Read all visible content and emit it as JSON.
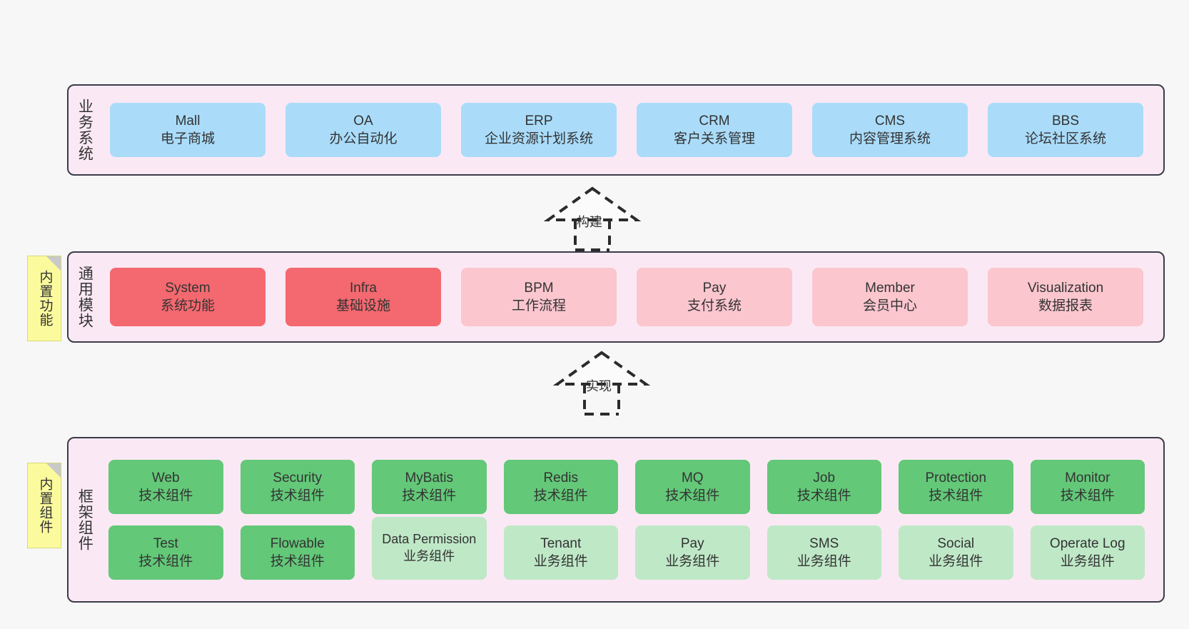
{
  "diagram": {
    "title": "",
    "background": "#f7f7f7",
    "layer_bg": "#fae9f4",
    "layer_border": "#3b3b4a",
    "note_bg": "#fbfb9e",
    "colors": {
      "business": "#aadcfa",
      "core_module": "#f4686f",
      "module": "#fbc6ce",
      "tech_component": "#63c878",
      "biz_component": "#bfe8c7"
    }
  },
  "layers": [
    {
      "id": "business-systems",
      "label": "业务系统",
      "cards": [
        {
          "name": "Mall",
          "desc": "电子商城"
        },
        {
          "name": "OA",
          "desc": "办公自动化"
        },
        {
          "name": "ERP",
          "desc": "企业资源计划系统"
        },
        {
          "name": "CRM",
          "desc": "客户关系管理"
        },
        {
          "name": "CMS",
          "desc": "内容管理系统"
        },
        {
          "name": "BBS",
          "desc": "论坛社区系统"
        }
      ]
    },
    {
      "id": "common-modules",
      "label": "通用模块",
      "note": "内置功能",
      "cards": [
        {
          "name": "System",
          "desc": "系统功能",
          "kind": "core"
        },
        {
          "name": "Infra",
          "desc": "基础设施",
          "kind": "core"
        },
        {
          "name": "BPM",
          "desc": "工作流程",
          "kind": "normal"
        },
        {
          "name": "Pay",
          "desc": "支付系统",
          "kind": "normal"
        },
        {
          "name": "Member",
          "desc": "会员中心",
          "kind": "normal"
        },
        {
          "name": "Visualization",
          "desc": "数据报表",
          "kind": "normal"
        }
      ]
    },
    {
      "id": "framework-components",
      "label": "框架组件",
      "note": "内置组件",
      "row1": [
        {
          "name": "Web",
          "desc": "技术组件"
        },
        {
          "name": "Security",
          "desc": "技术组件"
        },
        {
          "name": "MyBatis",
          "desc": "技术组件"
        },
        {
          "name": "Redis",
          "desc": "技术组件"
        },
        {
          "name": "MQ",
          "desc": "技术组件"
        },
        {
          "name": "Job",
          "desc": "技术组件"
        },
        {
          "name": "Protection",
          "desc": "技术组件"
        },
        {
          "name": "Monitor",
          "desc": "技术组件"
        }
      ],
      "row2": [
        {
          "name": "Test",
          "desc": "技术组件",
          "kind": "tech"
        },
        {
          "name": "Flowable",
          "desc": "技术组件",
          "kind": "tech"
        },
        {
          "name": "Data Permission",
          "desc": "业务组件",
          "kind": "biz"
        },
        {
          "name": "Tenant",
          "desc": "业务组件",
          "kind": "biz"
        },
        {
          "name": "Pay",
          "desc": "业务组件",
          "kind": "biz"
        },
        {
          "name": "SMS",
          "desc": "业务组件",
          "kind": "biz"
        },
        {
          "name": "Social",
          "desc": "业务组件",
          "kind": "biz"
        },
        {
          "name": "Operate Log",
          "desc": "业务组件",
          "kind": "biz"
        }
      ]
    }
  ],
  "connectors": [
    {
      "id": "build",
      "label": "构建"
    },
    {
      "id": "implement",
      "label": "实现"
    }
  ]
}
